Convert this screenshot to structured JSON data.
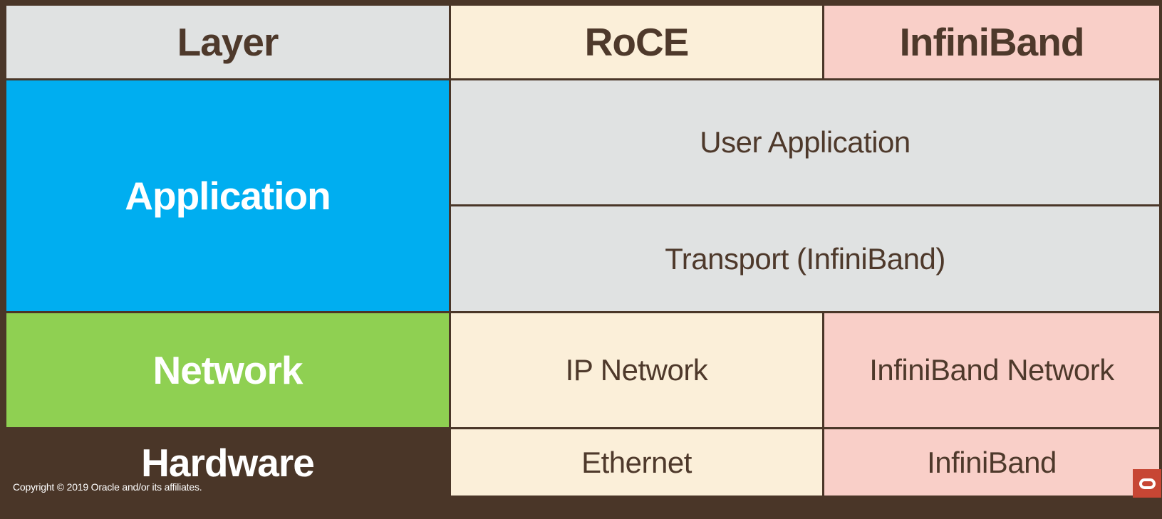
{
  "table": {
    "columns": [
      "Layer",
      "RoCE",
      "InfiniBand"
    ],
    "rows": [
      {
        "layer": "Application",
        "spanned_cells": [
          "User Application",
          "Transport (InfiniBand)"
        ]
      },
      {
        "layer": "Network",
        "roce": "IP Network",
        "infiniband": "InfiniBand Network"
      },
      {
        "layer": "Hardware",
        "roce": "Ethernet",
        "infiniband": "InfiniBand"
      }
    ]
  },
  "footer": {
    "copyright": "Copyright © 2019 Oracle and/or its affiliates."
  },
  "logo": {
    "name": "oracle-logo"
  },
  "colors": {
    "background_brown": "#4A3628",
    "header_gray": "#E0E2E2",
    "cell_gray": "#E0E2E2",
    "roce_cream": "#FBEFD9",
    "infiniband_pink": "#F9CFC8",
    "application_blue": "#00AEF0",
    "network_green": "#8FD052",
    "text_brown": "#4E392B",
    "text_white": "#FFFFFF",
    "oracle_red": "#C74634"
  }
}
